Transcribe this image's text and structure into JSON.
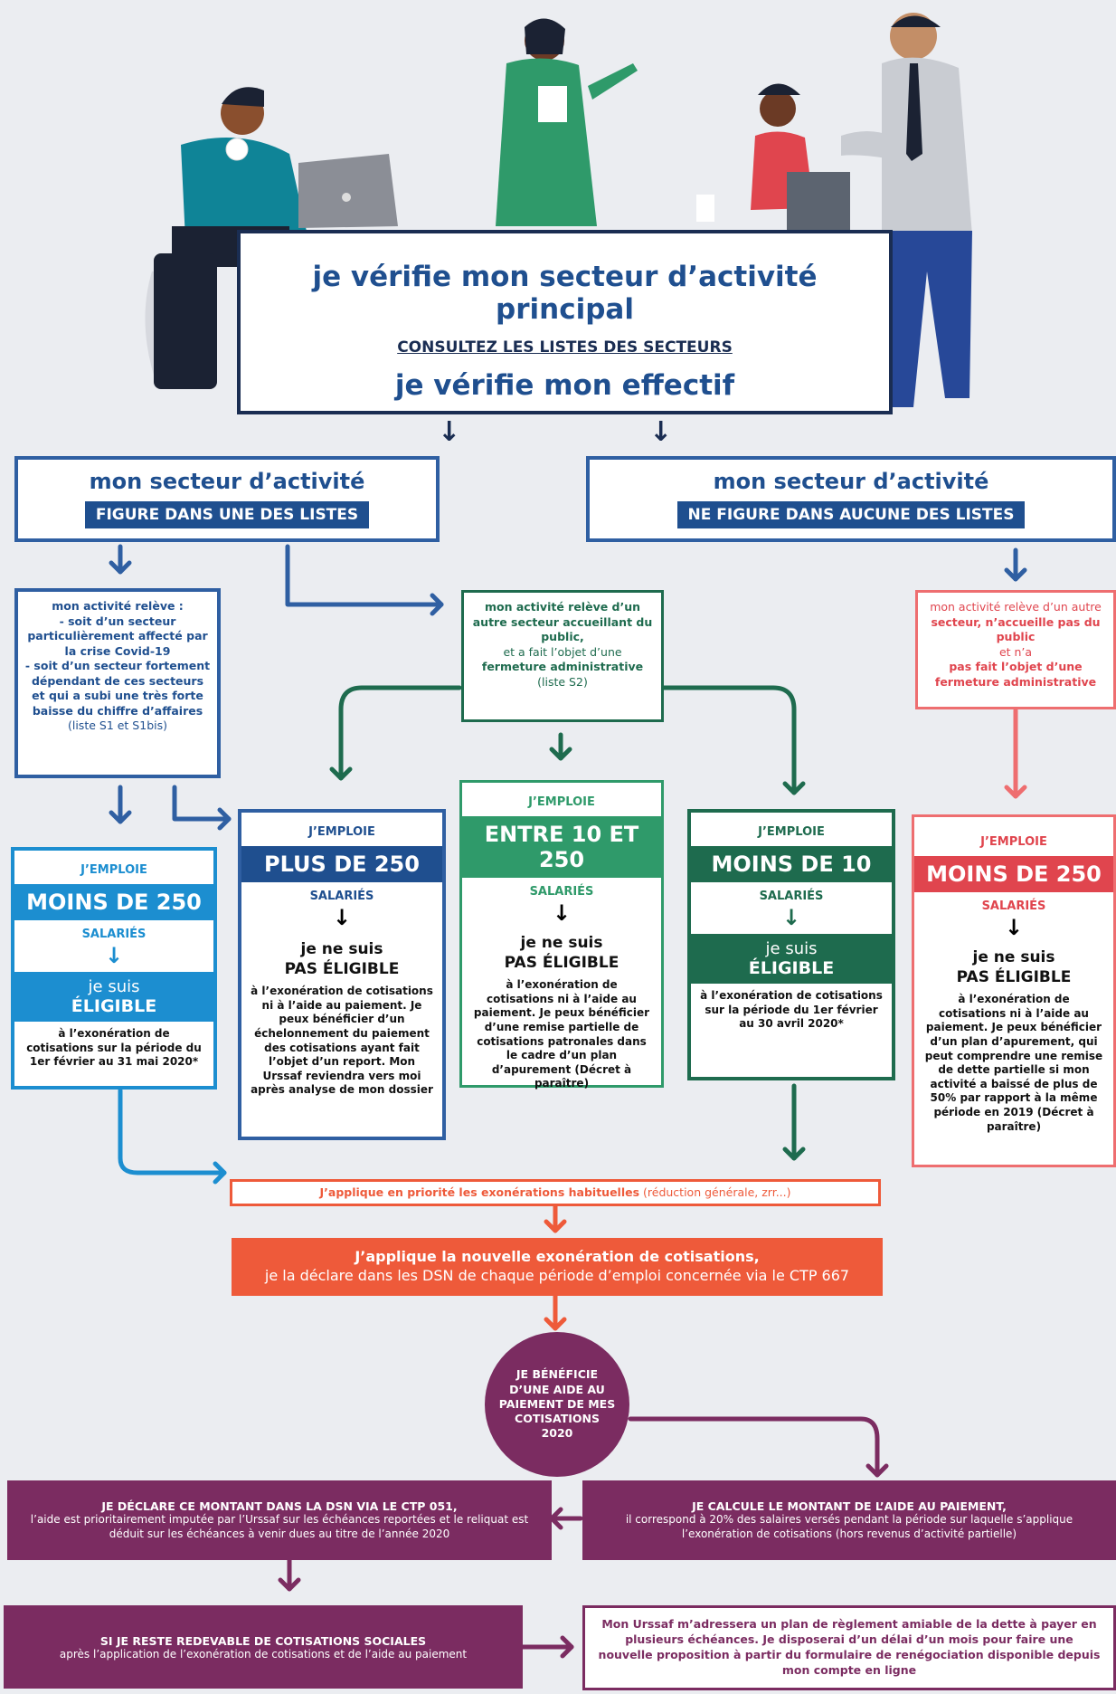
{
  "top": {
    "title1": "je vérifie mon secteur d’activité principal",
    "link": "CONSULTEZ LES LISTES DES SECTEURS",
    "title2": "je vérifie mon effectif"
  },
  "sector_left": {
    "title": "mon secteur d’activité",
    "tag": "FIGURE DANS UNE DES LISTES"
  },
  "sector_right": {
    "title": "mon secteur d’activité",
    "tag": "NE FIGURE DANS AUCUNE DES LISTES"
  },
  "info_s1": {
    "l1": "mon activité relève :",
    "l2": "- soit d’un secteur particulièrement affecté par la crise Covid-19",
    "l3": "- soit d’un secteur fortement dépendant de ces secteurs et qui a subi une très forte baisse du chiffre d’affaires",
    "l4": "(liste S1 et S1bis)"
  },
  "info_s2": {
    "l1": "mon activité relève d’un",
    "l2": "autre secteur accueillant du public,",
    "l3": "et a fait l’objet d’une",
    "l4": "fermeture administrative",
    "l5": "(liste S2)"
  },
  "info_other": {
    "l1": "mon activité relève d’un autre",
    "l2": "secteur, n’accueille pas du public",
    "l3": "et n’a",
    "l4": "pas fait l’objet d’une fermeture administrative"
  },
  "emp1": {
    "label": "J’EMPLOIE",
    "band": "MOINS DE 250",
    "sal": "SALARIÉS",
    "arrow": "↓",
    "v1": "je suis",
    "v2": "ÉLIGIBLE",
    "note": "à l’exonération de cotisations sur la période du 1er février au 31 mai 2020*"
  },
  "emp2": {
    "label": "J’EMPLOIE",
    "band": "PLUS DE 250",
    "sal": "SALARIÉS",
    "arrow": "↓",
    "v1": "je ne suis",
    "v2": "PAS ÉLIGIBLE",
    "note": "à l’exonération de cotisations ni à l’aide au paiement. Je peux bénéficier d’un échelonnement du paiement des cotisations ayant fait l’objet d’un report. Mon Urssaf reviendra vers moi après analyse de mon dossier"
  },
  "emp3": {
    "label": "J’EMPLOIE",
    "band": "ENTRE 10 ET 250",
    "sal": "SALARIÉS",
    "arrow": "↓",
    "v1": "je ne suis",
    "v2": "PAS ÉLIGIBLE",
    "note": "à l’exonération de cotisations ni à l’aide au paiement. Je peux bénéficier d’une remise partielle de cotisations patronales dans le cadre d’un plan d’apurement (Décret à paraître)"
  },
  "emp4": {
    "label": "J’EMPLOIE",
    "band": "MOINS DE 10",
    "sal": "SALARIÉS",
    "arrow": "↓",
    "v1": "je suis",
    "v2": "ÉLIGIBLE",
    "note": "à l’exonération de cotisations sur la période du 1er février au 30 avril 2020*"
  },
  "emp5": {
    "label": "J’EMPLOIE",
    "band": "MOINS DE 250",
    "sal": "SALARIÉS",
    "arrow": "↓",
    "v1": "je ne suis",
    "v2": "PAS ÉLIGIBLE",
    "note": "à l’exonération de cotisations ni à l’aide au paiement. Je peux bénéficier d’un plan d’apurement, qui peut comprendre une remise de dette partielle si mon activité a baissé de plus de 50% par rapport à la même période en 2019 (Décret à paraître)"
  },
  "apply1": {
    "bold": "J’applique en priorité les exonérations habituelles",
    "rest": "(réduction générale, zrr...)"
  },
  "apply2": {
    "l1": "J’applique la nouvelle exonération de cotisations,",
    "l2": "je la déclare dans les DSN de chaque période d’emploi concernée via le CTP 667"
  },
  "circle": {
    "text": "JE BÉNÉFICIE D’UNE AIDE AU PAIEMENT DE MES COTISATIONS 2020"
  },
  "declare": {
    "title": "JE DÉCLARE CE MONTANT DANS LA DSN VIA LE CTP 051,",
    "text": "l’aide est prioritairement imputée par l’Urssaf sur les échéances reportées et le reliquat est déduit sur les échéances à venir dues au titre de l’année 2020"
  },
  "calc": {
    "title": "JE CALCULE LE MONTANT DE L’AIDE AU PAIEMENT,",
    "text": "il correspond à 20% des salaires versés pendant la période sur laquelle s’applique l’exonération de cotisations (hors revenus d’activité partielle)"
  },
  "owe": {
    "title": "SI JE RESTE REDEVABLE DE COTISATIONS SOCIALES",
    "text": "après l’application de l’exonération de cotisations et de l’aide au paiement"
  },
  "plan": {
    "text": "Mon Urssaf m’adressera un plan de règlement amiable de la dette à payer en plusieurs échéances. Je disposerai d’un délai d’un mois pour faire une nouvelle proposition à partir du formulaire de renégociation disponible depuis mon compte en ligne"
  },
  "colors": {
    "navy": "#1a2d52",
    "blue": "#1f4f8f",
    "cyan": "#1c8ed0",
    "green": "#1e6b4e",
    "rose": "#e0454e",
    "orange": "#ee5a3a",
    "purple": "#7b2c61"
  }
}
